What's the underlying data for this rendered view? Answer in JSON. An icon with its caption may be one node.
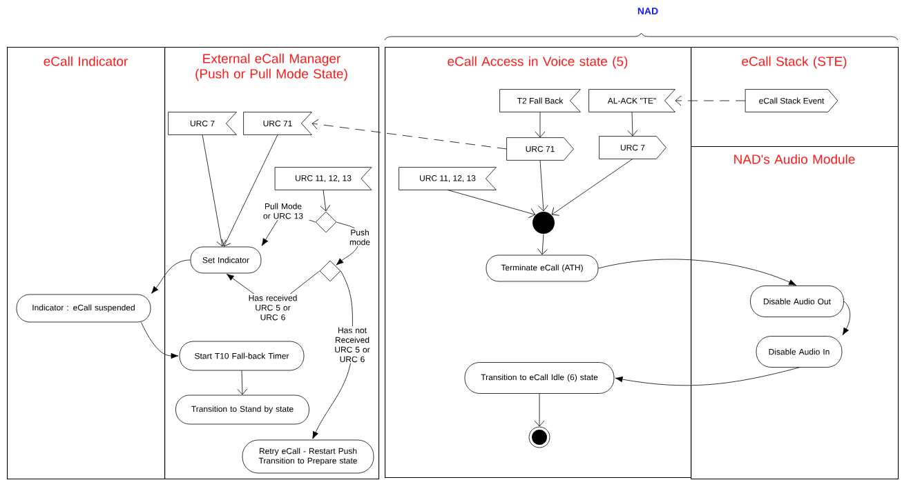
{
  "diagram": {
    "nodes": [
      {
        "text": [
          "eCall Indicator"
        ]
      },
      {
        "text": [
          "External eCall Manager (Push or Pull Mode State)"
        ]
      },
      {
        "text": [
          "eCall Access in Voice state (5)"
        ]
      },
      {
        "text": [
          "eCall Stack (STE)"
        ]
      },
      {
        "text": [
          "NAD's Audio Module"
        ]
      },
      {
        "text": [
          "URC 7"
        ],
        "in": 1
      },
      {
        "text": [
          "URC 71"
        ],
        "in": 1
      },
      {
        "text": [
          "URC 11, 12, 13"
        ],
        "in": 1
      },
      {
        "text": [],
        "shape": "diamond",
        "in": 1
      },
      {
        "text": [
          "Set Indicator"
        ],
        "in": 1
      },
      {
        "text": [],
        "shape": "diamond",
        "in": 1
      },
      {
        "text": [
          "Indicator : eCall suspended"
        ],
        "in": 0
      },
      {
        "text": [
          "Start T10 Fall-back Timer"
        ],
        "in": 1
      },
      {
        "text": [
          "Transition to Stand by state"
        ],
        "in": 1
      },
      {
        "text": [
          "Retry eCall - Restart Push Transition to Prepare state"
        ],
        "in": 1
      },
      {
        "text": [
          "T2 Fall Back"
        ],
        "in": 2
      },
      {
        "text": [
          "AL-ACK \"TE\""
        ],
        "in": 2
      },
      {
        "text": [
          "URC 71"
        ],
        "in": 2
      },
      {
        "text": [
          "URC 7"
        ],
        "in": 2
      },
      {
        "text": [
          "URC 11, 12, 13"
        ],
        "in": 2
      },
      {
        "text": [],
        "shape": "circle",
        "in": 2
      },
      {
        "text": [
          "Terminate eCall (ATH)"
        ],
        "in": 2
      },
      {
        "text": [
          "Transition to eCall Idle (6) state"
        ],
        "in": 2
      },
      {
        "text": [],
        "shape": "circle",
        "in": 2
      },
      {
        "text": [
          "eCall Stack Event"
        ],
        "in": 3
      },
      {
        "text": [
          "Disable Audio Out"
        ],
        "in": 4
      },
      {
        "text": [
          "Disable Audio In"
        ],
        "in": 4
      }
    ],
    "edges": [
      {
        "from": 5,
        "to": 9,
        "arrow": "to"
      },
      {
        "from": 6,
        "to": 9,
        "arrow": "to"
      },
      {
        "from": 7,
        "to": 8,
        "arrow": "to"
      },
      {
        "from": 8,
        "to": 9,
        "arrow": "to",
        "label": "Pull Mode or URC 13"
      },
      {
        "from": 8,
        "to": 10,
        "arrow": "to",
        "label": "Push mode"
      },
      {
        "from": 10,
        "to": 9,
        "arrow": "to",
        "label": "Has received URC 5 or URC 6"
      },
      {
        "from": 10,
        "to": 14,
        "arrow": "to",
        "label": "Has not Received URC 5 or URC 6"
      },
      {
        "from": 9,
        "to": 11,
        "arrow": "to"
      },
      {
        "from": 11,
        "to": 12,
        "arrow": "to"
      },
      {
        "from": 12,
        "to": 13,
        "arrow": "to"
      },
      {
        "from": 17,
        "to": 6,
        "arrow": "to",
        "style": "dashed"
      },
      {
        "from": 24,
        "to": 16,
        "arrow": "to",
        "style": "dashed"
      },
      {
        "from": 15,
        "to": 17,
        "arrow": "to"
      },
      {
        "from": 16,
        "to": 18,
        "arrow": "to"
      },
      {
        "from": 19,
        "to": 20,
        "arrow": "to"
      },
      {
        "from": 17,
        "to": 20,
        "arrow": "to"
      },
      {
        "from": 18,
        "to": 20,
        "arrow": "to"
      },
      {
        "from": 20,
        "to": 21,
        "arrow": "to"
      },
      {
        "from": 21,
        "to": 25,
        "arrow": "to"
      },
      {
        "from": 25,
        "to": 26,
        "arrow": "to"
      },
      {
        "from": 26,
        "to": 22,
        "arrow": "to"
      },
      {
        "from": 22,
        "to": 23,
        "arrow": "to"
      }
    ],
    "labels": [
      "NAD"
    ]
  }
}
